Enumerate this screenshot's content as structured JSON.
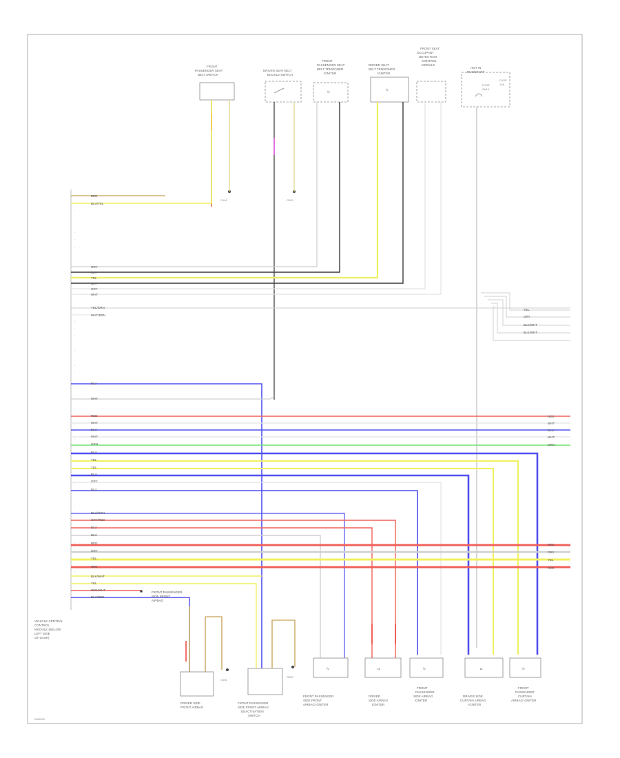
{
  "page_code": "W00000",
  "module_label": [
    "VEHICLE CENTRAL",
    "CONTROL",
    "MODULE (BELOW",
    "LEFT SIDE",
    "OF DASH)"
  ],
  "top_components": [
    {
      "lines": [
        "FRONT",
        "PASSENGER SEAT",
        "BELT SWITCH"
      ]
    },
    {
      "lines": [
        "DRIVER SEAT BELT",
        "BUCKLE SWITCH"
      ]
    },
    {
      "lines": [
        "FRONT",
        "PASSENGER SEAT",
        "BELT TENSIONER",
        "IGNITER"
      ]
    },
    {
      "lines": [
        "DRIVER SEAT",
        "BELT TENSIONER",
        "IGNITER"
      ]
    },
    {
      "lines": [
        "FRONT SEAT",
        "OCCUPANT",
        "DETECTION",
        "CONTROL",
        "MODULE"
      ]
    },
    {
      "lines": [
        "HOT IN",
        "RUN/START"
      ]
    }
  ],
  "bottom_components": [
    {
      "lines": [
        "DRIVER SIDE",
        "FRONT AIRBAG"
      ]
    },
    {
      "lines": [
        "FRONT PASSENGER",
        "SIDE FRONT AIRBAG",
        "DEACTIVATION",
        "SWITCH"
      ]
    },
    {
      "lines": [
        "FRONT PASSENGER",
        "SIDE FRONT",
        "AIRBAG IGNITER"
      ]
    },
    {
      "lines": [
        "DRIVER",
        "SIDE AIRBAG",
        "IGNITER"
      ]
    },
    {
      "lines": [
        "FRONT",
        "PASSENGER",
        "SIDE AIRBAG",
        "IGNITER"
      ]
    },
    {
      "lines": [
        "DRIVER SIDE",
        "CURTAIN AIRBAG",
        "IGNITER"
      ]
    },
    {
      "lines": [
        "FRONT",
        "PASSENGER",
        "CURTAIN",
        "AIRBAG IGNITER"
      ]
    }
  ],
  "grounds": [
    "G100",
    "G200",
    "G100",
    "G200"
  ],
  "fuse_labels": [
    "FUSE",
    "SH10",
    "FUSE",
    "10A"
  ],
  "wires_left": [
    {
      "label": "BRN"
    },
    {
      "label": "BLU/YEL"
    },
    {
      "label": "GRY"
    },
    {
      "label": "BLK"
    },
    {
      "label": "YEL"
    },
    {
      "label": "BLK"
    },
    {
      "label": "GRY"
    },
    {
      "label": "WHT"
    },
    {
      "label": "YEL/GRN"
    },
    {
      "label": "WHT/BRN"
    },
    {
      "label": "BLU"
    },
    {
      "label": "WHT"
    },
    {
      "label": "RED"
    },
    {
      "label": "WHT"
    },
    {
      "label": "BLU"
    },
    {
      "label": "WHT"
    },
    {
      "label": "GRN"
    },
    {
      "label": "BLU"
    },
    {
      "label": "YEL"
    },
    {
      "label": "YEL"
    },
    {
      "label": "BLU"
    },
    {
      "label": "GRY"
    },
    {
      "label": "BLU"
    },
    {
      "label": "BLU/GRN"
    },
    {
      "label": "GRY/RED"
    },
    {
      "label": "BLU"
    },
    {
      "label": "BLU"
    },
    {
      "label": "RED"
    },
    {
      "label": "GRY"
    },
    {
      "label": "YEL"
    },
    {
      "label": "RED"
    },
    {
      "label": "BLK/WHT"
    },
    {
      "label": "YEL"
    },
    {
      "label": "RED/WHT"
    },
    {
      "label": "BLU/RED"
    }
  ],
  "wires_right": [
    {
      "label": "YEL"
    },
    {
      "label": "GRY"
    },
    {
      "label": "BLK/WHT"
    },
    {
      "label": "BLK/WHT"
    },
    {
      "label": "RED"
    },
    {
      "label": "WHT"
    },
    {
      "label": "BLU"
    },
    {
      "label": "WHT"
    },
    {
      "label": "GRN"
    },
    {
      "label": "RED"
    },
    {
      "label": "GRY"
    },
    {
      "label": "YEL"
    },
    {
      "label": "RED"
    }
  ],
  "connector_labels": [
    "FRONT PASSENGER",
    "SIDE FRONT",
    "AIRBAG"
  ]
}
